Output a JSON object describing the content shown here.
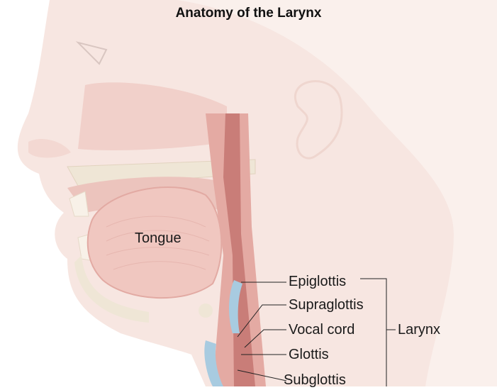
{
  "title": "Anatomy of the Larynx",
  "labels": {
    "tongue": "Tongue",
    "epiglottis": "Epiglottis",
    "supraglottis": "Supraglottis",
    "vocal_cord": "Vocal cord",
    "glottis": "Glottis",
    "subglottis": "Subglottis",
    "larynx": "Larynx"
  },
  "colors": {
    "skin": "#f7e6e1",
    "skin_shadow": "#efd2cb",
    "tissue": "#e9b7b0",
    "muscle": "#d58c86",
    "airway": "#c97d78",
    "cartilage": "#a8cbe0",
    "bone": "#efe6d6"
  }
}
